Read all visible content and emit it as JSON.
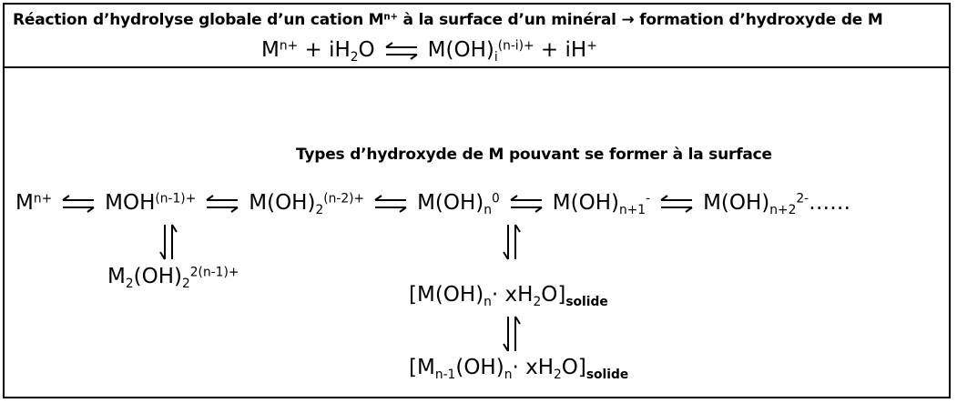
{
  "title": {
    "pre": "Réaction d’hydrolyse globale d’un cation M",
    "charge": "n+",
    "post": " à la surface d’un minéral ",
    "arrow": "→",
    "tail": " formation d’hydroxyde de M"
  },
  "global_reaction": {
    "m": "M",
    "m_charge": "n+",
    "plus1": " + iH",
    "water_sub": "2",
    "water_o": "O",
    "product": "M(OH)",
    "product_sub": "i",
    "product_charge": "(n-i)+",
    "plus2": " + iH",
    "h_charge": "+"
  },
  "types_heading": "Types d’hydroxyde de M pouvant se former à la surface",
  "chain": {
    "s1": "M",
    "s1_charge": "n+",
    "s2": "MOH",
    "s2_charge": "(n-1)+",
    "s3": "M(OH)",
    "s3_sub": "2",
    "s3_charge": "(n-2)+",
    "s4": "M(OH)",
    "s4_sub": "n",
    "s4_charge": "0",
    "s5": "M(OH)",
    "s5_sub": "n+1",
    "s5_charge": "-",
    "s6": "M(OH)",
    "s6_sub": "n+2",
    "s6_charge": "2-",
    "ellipsis": "……"
  },
  "dimer": {
    "m": "M",
    "m_sub": "2",
    "oh": "(OH)",
    "oh_sub": "2",
    "charge": "2(n-1)+"
  },
  "solid_hydroxide": {
    "open": "[M(OH)",
    "sub_n": "n",
    "dot": "·",
    "x": " xH",
    "sub_2": "2",
    "close": "O]",
    "phase": "solide"
  },
  "solid_polynuclear": {
    "open": "[M",
    "sub_m": "n-1",
    "oh": "(OH)",
    "sub_n": "n",
    "dot": "·",
    "x": " xH",
    "sub_2": "2",
    "close": "O]",
    "phase": "solide"
  }
}
